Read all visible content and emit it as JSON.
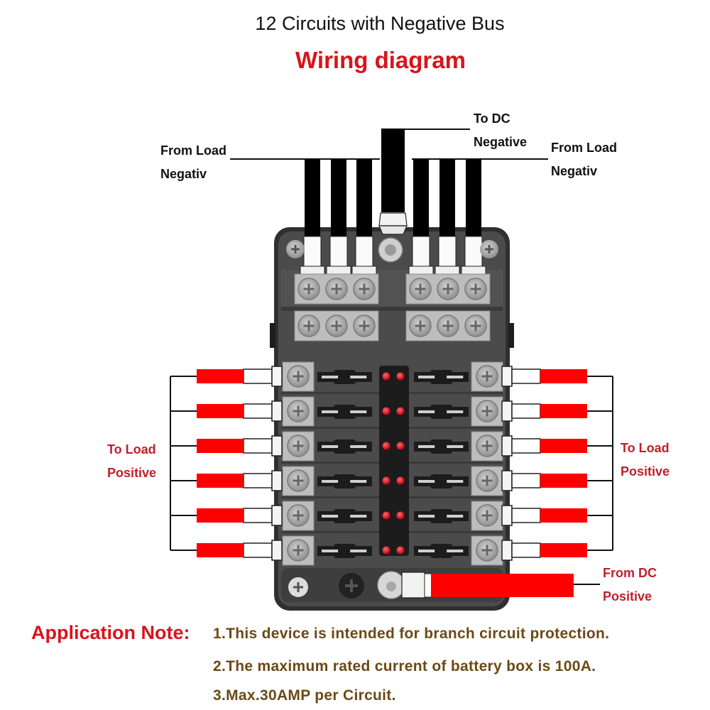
{
  "header": {
    "subtitle": "12 Circuits with Negative Bus",
    "title": "Wiring diagram"
  },
  "labels": {
    "load_negative_left": {
      "line1": "From Load",
      "line2": "Negativ"
    },
    "dc_negative": {
      "line1": "To DC",
      "line2": "Negative"
    },
    "load_negative_right": {
      "line1": "From Load",
      "line2": "Negativ"
    },
    "load_positive_left": {
      "line1": "To Load",
      "line2": "Positive"
    },
    "load_positive_right": {
      "line1": "To Load",
      "line2": "Positive"
    },
    "dc_positive": {
      "line1": "From DC",
      "line2": "Positive"
    }
  },
  "device": {
    "circuit_count": 12,
    "fuse_rows": 6,
    "fuse_columns": 2,
    "negative_bus_terminals": 12,
    "negative_wires_per_side": 3,
    "indicator_led_count": 12,
    "colors": {
      "housing": "#4a4a4a",
      "housing_edge": "#2e2e2e",
      "terminal_block": "#bdbdbd",
      "screw": "#a9a9a9",
      "fuse_slot": "#1c1c1c",
      "led": "#e0141b",
      "positive_wire": "#ff0000",
      "negative_wire": "#000000"
    }
  },
  "application_note": {
    "heading": "Application Note:",
    "items": [
      "1.This device is intended for branch circuit protection.",
      "2.The maximum rated current of battery box is 100A.",
      "3.Max.30AMP per Circuit."
    ]
  }
}
